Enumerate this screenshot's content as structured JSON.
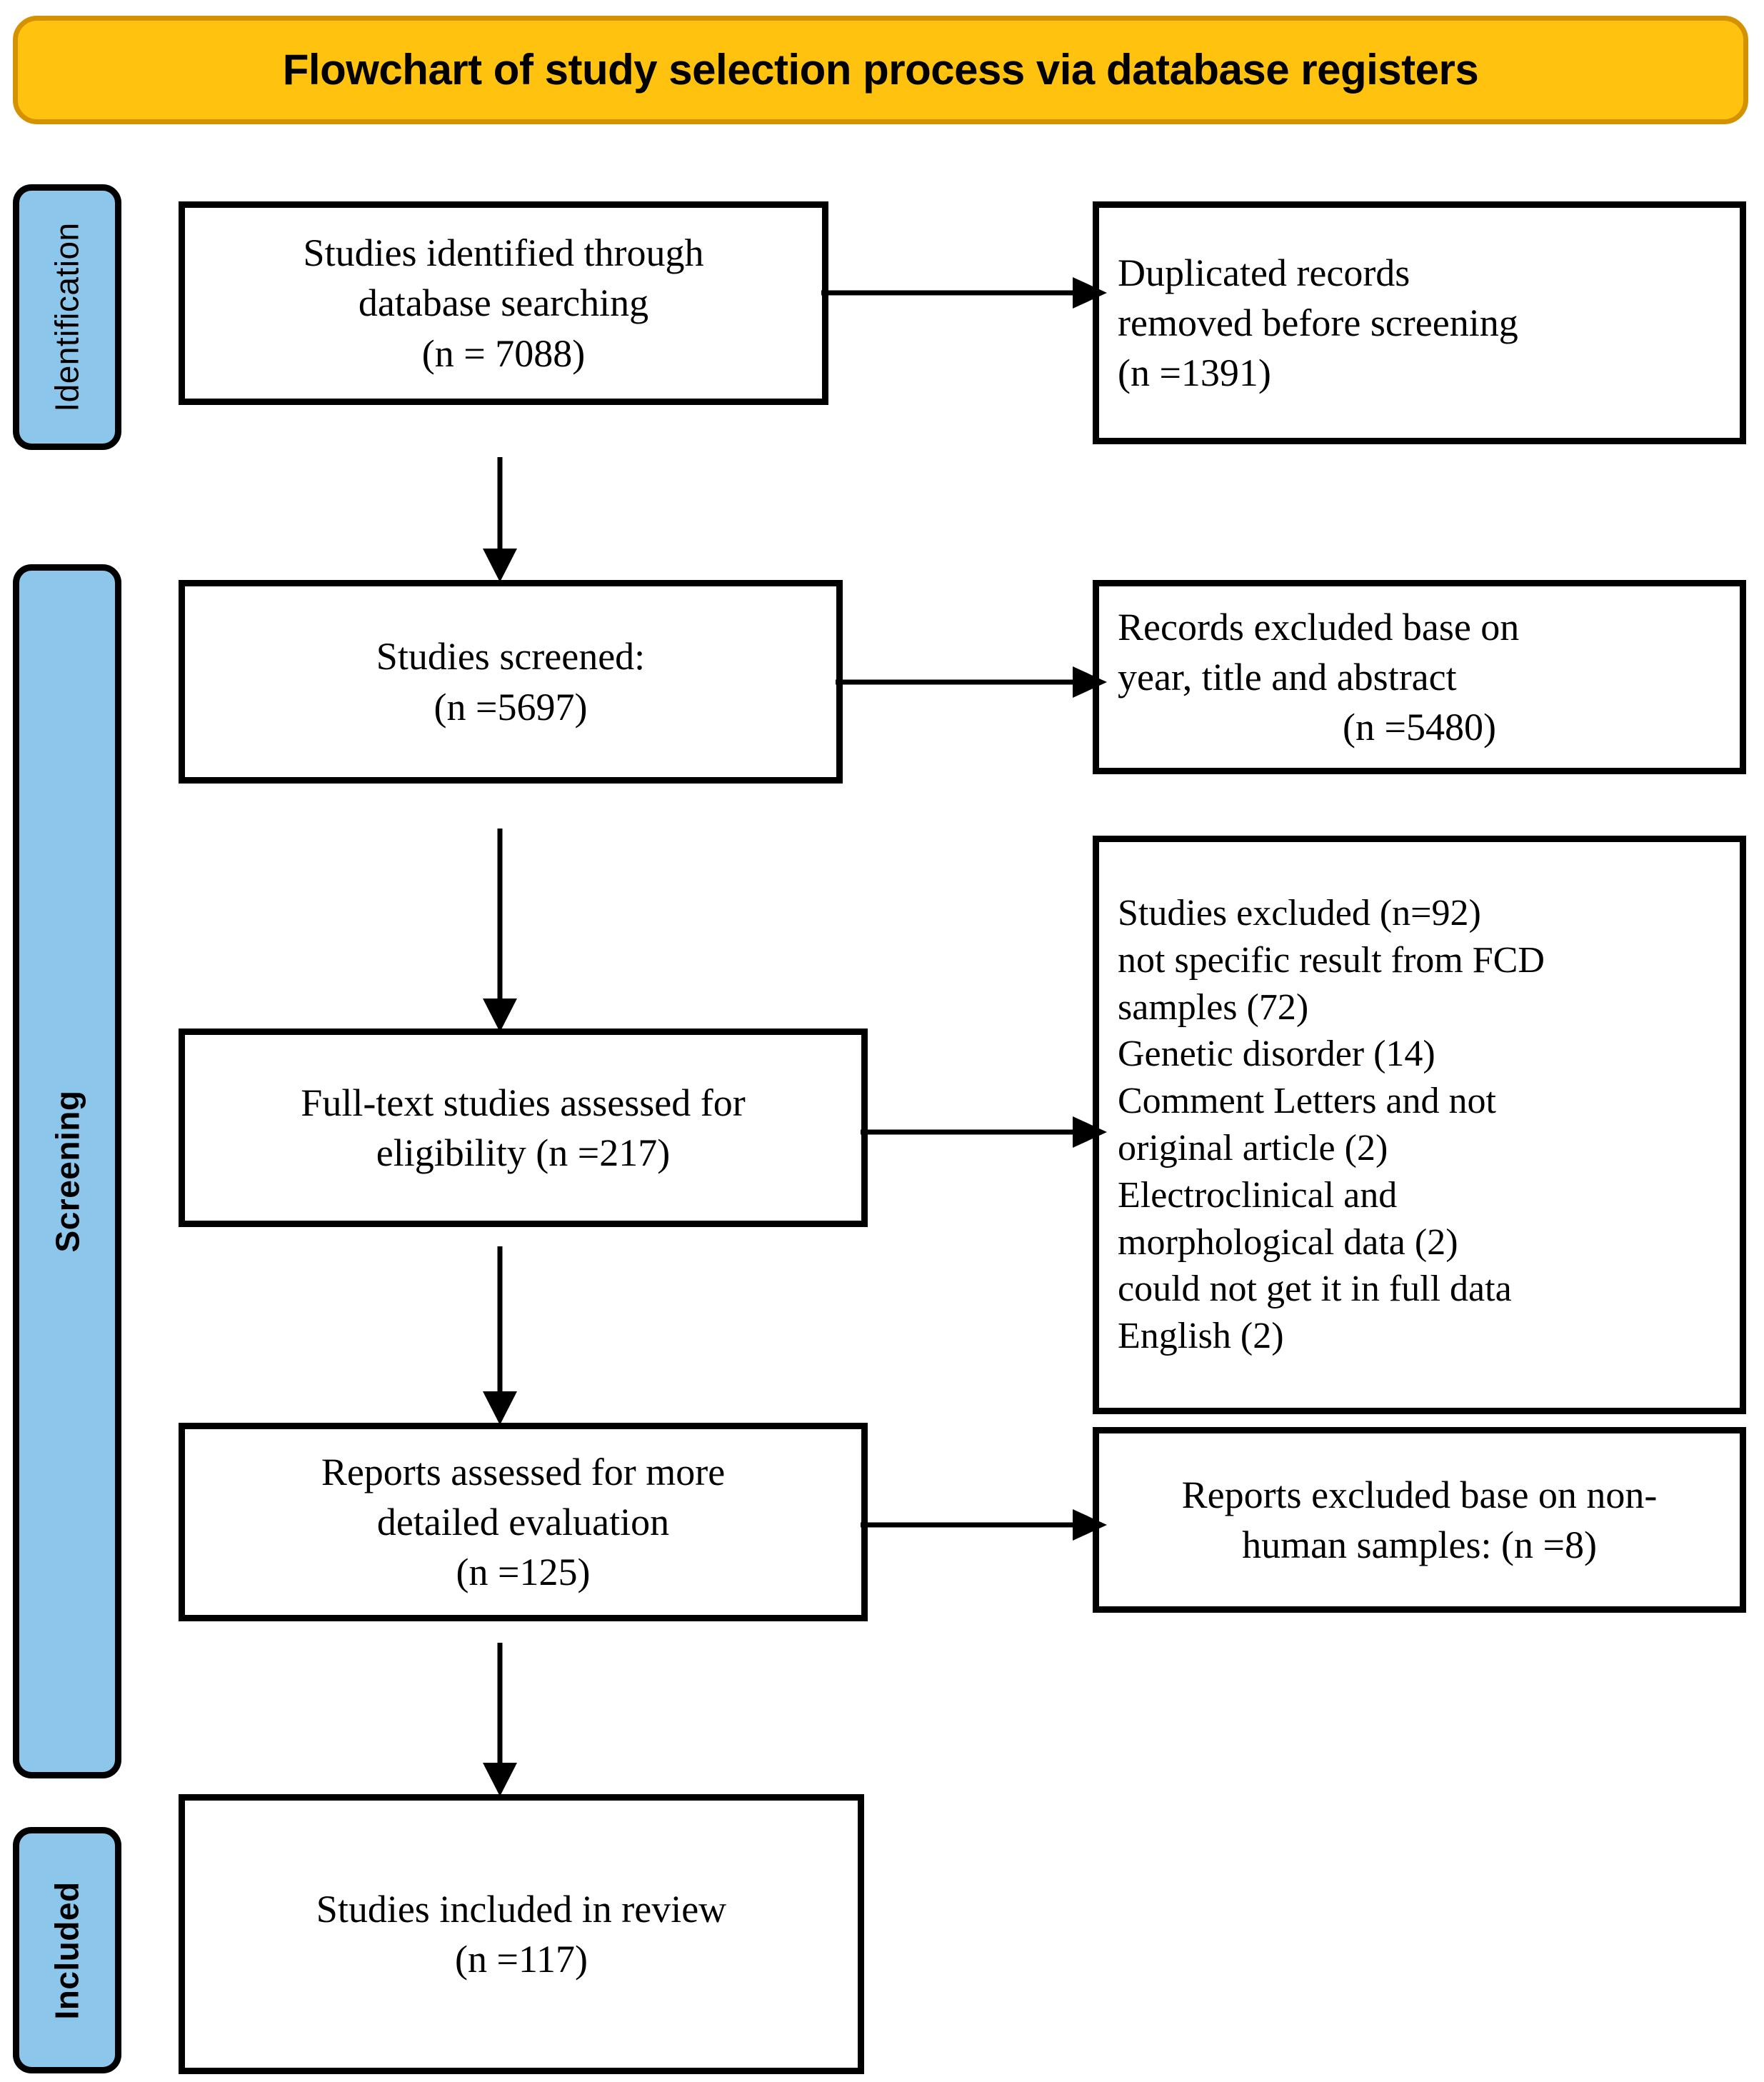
{
  "title": {
    "text": "Flowchart of study selection process via database registers",
    "banner_fill": "#FFC20E",
    "banner_border": "#D49200"
  },
  "stages": [
    {
      "id": "identification",
      "label": "Identification",
      "bold": false,
      "fill": "#8CC6EA"
    },
    {
      "id": "screening",
      "label": "Screening",
      "bold": true,
      "fill": "#8CC6EA"
    },
    {
      "id": "included",
      "label": "Included",
      "bold": true,
      "fill": "#8CC6EA"
    }
  ],
  "boxes": {
    "identified": {
      "name": "studies-identified",
      "align": "center",
      "lines": [
        "Studies identified through",
        "database searching",
        "(n = 7088)"
      ]
    },
    "duplicates": {
      "name": "duplicated-records-removed",
      "align": "left",
      "lines": [
        "Duplicated records",
        "removed before screening",
        "(n =1391)"
      ]
    },
    "screened": {
      "name": "studies-screened",
      "align": "center",
      "lines": [
        "Studies screened:",
        "(n =5697)"
      ]
    },
    "records_excluded": {
      "name": "records-excluded",
      "align": "left",
      "lines": [
        "Records excluded base on",
        "year, title and abstract",
        "(n =5480)"
      ],
      "centered_last_line": true
    },
    "fulltext": {
      "name": "full-text-studies-assessed",
      "align": "center",
      "lines": [
        "Full-text studies assessed for",
        "eligibility (n =217)"
      ]
    },
    "studies_excluded": {
      "name": "studies-excluded-detail",
      "align": "left",
      "lines": [
        "Studies excluded (n=92)",
        "not specific result from FCD",
        "samples (72)",
        "Genetic disorder (14)",
        "Comment Letters and not",
        "original article (2)",
        "Electroclinical and",
        "morphological data (2)",
        "could not get it in full data",
        "English (2)"
      ]
    },
    "reports_assessed": {
      "name": "reports-assessed",
      "align": "center",
      "lines": [
        "Reports assessed for more",
        "detailed evaluation",
        "(n =125)"
      ]
    },
    "reports_excluded": {
      "name": "reports-excluded",
      "align": "center",
      "lines": [
        "Reports excluded base on non-",
        "human samples: (n =8)"
      ]
    },
    "included": {
      "name": "studies-included-in-review",
      "align": "center",
      "lines": [
        "Studies included in review",
        "(n =117)"
      ]
    }
  },
  "arrows": [
    {
      "id": "identified-to-duplicates",
      "direction": "right"
    },
    {
      "id": "screened-to-records-excluded",
      "direction": "right"
    },
    {
      "id": "fulltext-to-studies-excluded",
      "direction": "right"
    },
    {
      "id": "reports-to-reports-excluded",
      "direction": "right"
    },
    {
      "id": "identified-to-screened",
      "direction": "down"
    },
    {
      "id": "screened-to-fulltext",
      "direction": "down"
    },
    {
      "id": "fulltext-to-reports",
      "direction": "down"
    },
    {
      "id": "reports-to-included",
      "direction": "down"
    }
  ],
  "chart_data": {
    "type": "diagram",
    "diagram_kind": "prisma-flowchart",
    "title": "Flowchart of study selection process via database registers",
    "nodes": [
      {
        "stage": "Identification",
        "label": "Studies identified through database searching",
        "n": 7088
      },
      {
        "stage": "Identification",
        "label": "Duplicated records removed before screening",
        "n": 1391
      },
      {
        "stage": "Screening",
        "label": "Studies screened",
        "n": 5697
      },
      {
        "stage": "Screening",
        "label": "Records excluded base on year, title and abstract",
        "n": 5480
      },
      {
        "stage": "Screening",
        "label": "Full-text studies assessed for eligibility",
        "n": 217
      },
      {
        "stage": "Screening",
        "label": "Studies excluded",
        "n": 92,
        "reasons": [
          {
            "reason": "not specific result from FCD samples",
            "n": 72
          },
          {
            "reason": "Genetic disorder",
            "n": 14
          },
          {
            "reason": "Comment Letters and not original article",
            "n": 2
          },
          {
            "reason": "Electroclinical and morphological data",
            "n": 2
          },
          {
            "reason": "could not get it in full data",
            "n": null
          },
          {
            "reason": "English",
            "n": 2
          }
        ]
      },
      {
        "stage": "Screening",
        "label": "Reports assessed for more detailed evaluation",
        "n": 125
      },
      {
        "stage": "Screening",
        "label": "Reports excluded base on non-human samples",
        "n": 8
      },
      {
        "stage": "Included",
        "label": "Studies included in review",
        "n": 117
      }
    ]
  }
}
